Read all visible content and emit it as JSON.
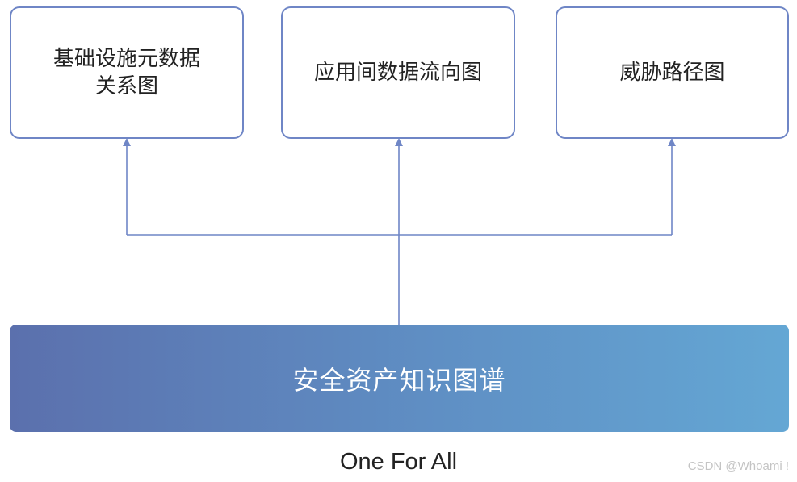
{
  "top_boxes": [
    {
      "lines": [
        "基础设施元数据",
        "关系图"
      ]
    },
    {
      "lines": [
        "应用间数据流向图"
      ]
    },
    {
      "lines": [
        "威胁路径图"
      ]
    }
  ],
  "base_bar": {
    "label": "安全资产知识图谱"
  },
  "tagline": "One For All",
  "watermark": "CSDN @Whoami !",
  "colors": {
    "box_border": "#6f86c6",
    "connector": "#6f86c6",
    "bar_gradient_start": "#5b70ad",
    "bar_gradient_end": "#64a7d4"
  }
}
